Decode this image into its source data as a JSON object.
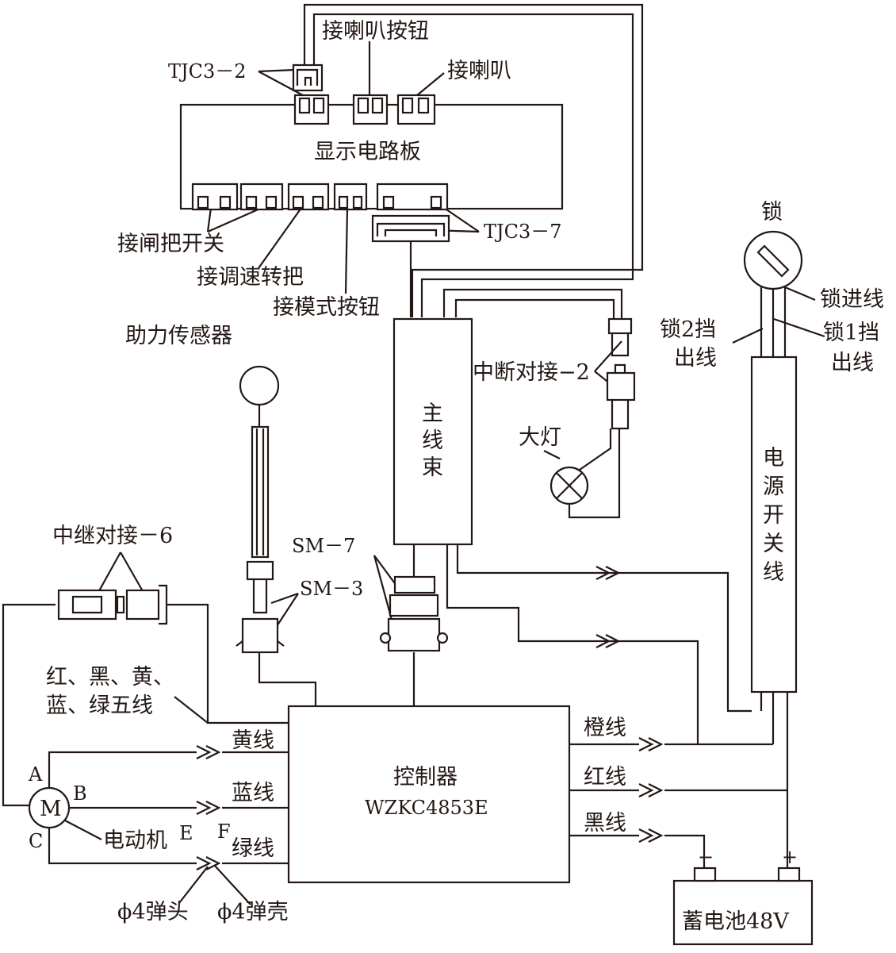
{
  "labels": {
    "horn_button": "接喇叭按钮",
    "tjc3_2": "TJC3－2",
    "horn": "接喇叭",
    "display_board": "显示电路板",
    "brake_switch": "接闸把开关",
    "speed_handle": "接调速转把",
    "mode_button": "接模式按钮",
    "tjc3_7": "TJC3－7",
    "lock": "锁",
    "lock_in": "锁进线",
    "lock2_out_1": "锁2挡",
    "lock2_out_2": "出线",
    "lock1_out_1": "锁1挡",
    "lock1_out_2": "出线",
    "assist_sensor": "助力传感器",
    "main_harness_1": "主",
    "main_harness_2": "线",
    "main_harness_3": "束",
    "relay_2": "中断对接−2",
    "headlight": "大灯",
    "power_1": "电",
    "power_2": "源",
    "power_3": "开",
    "power_4": "关",
    "power_5": "线",
    "relay_6": "中继对接－6",
    "sm7": "SM－7",
    "sm3": "SM－3",
    "five_wires_1": "红、黑、黄、",
    "five_wires_2": "蓝、绿五线",
    "yellow_wire": "黄线",
    "blue_wire": "蓝线",
    "green_wire": "绿线",
    "controller_1": "控制器",
    "controller_2": "WZKC4853E",
    "orange_wire": "橙线",
    "red_wire": "红线",
    "black_wire": "黑线",
    "battery": "蓄电池48V",
    "minus": "−",
    "plus": "+",
    "motor_m": "M",
    "motor_a": "A",
    "motor_b": "B",
    "motor_c": "C",
    "motor_e": "E",
    "motor_f": "F",
    "motor": "电动机",
    "bullet_plug": "ϕ4弹头",
    "bullet_shell": "ϕ4弹壳"
  }
}
